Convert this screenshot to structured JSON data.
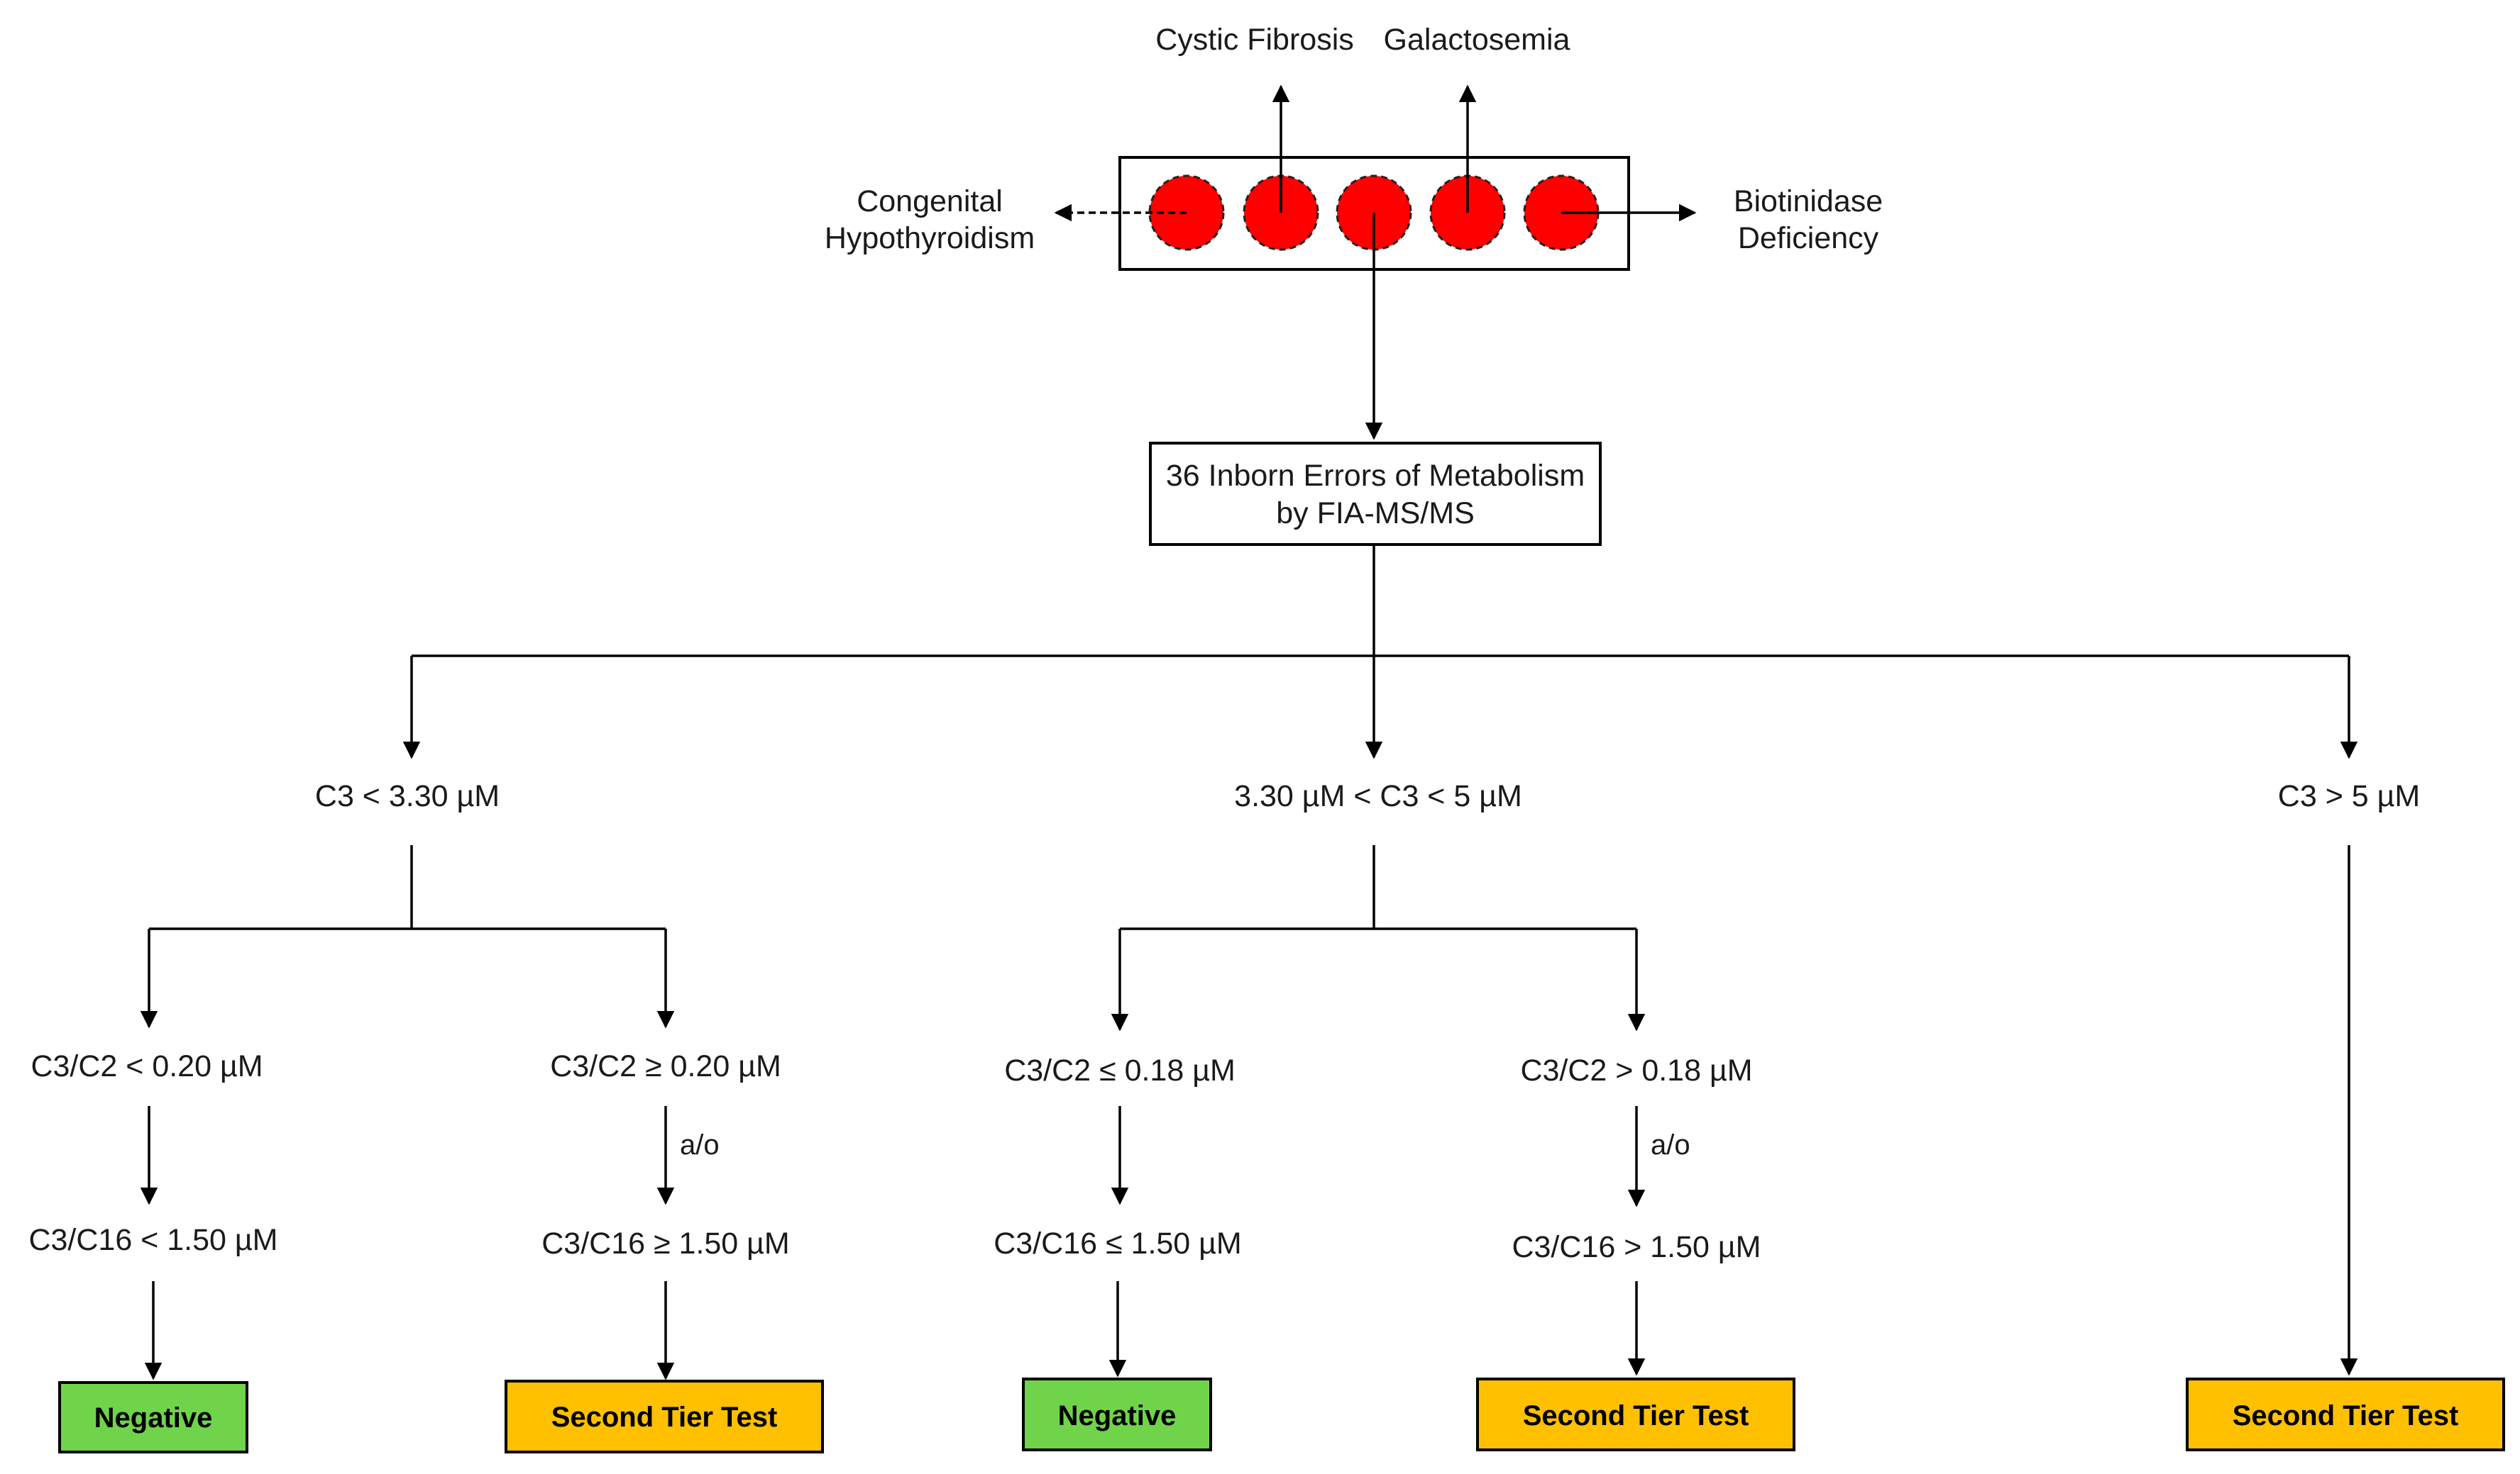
{
  "dried_blood_spot": {
    "spot_count": 5,
    "spot_color": "#ff0000",
    "outputs": {
      "top_left": "Cystic Fibrosis",
      "top_right": "Galactosemia",
      "left_line1": "Congenital",
      "left_line2": "Hypothyroidism",
      "right_line1": "Biotinidase",
      "right_line2": "Deficiency"
    }
  },
  "main_test": {
    "line1": "36 Inborn Errors of Metabolism",
    "line2": "by FIA-MS/MS"
  },
  "branches": {
    "low": {
      "condition": "C3 < 3.30 µM",
      "left": {
        "ratio_c2": "C3/C2 < 0.20 µM",
        "ratio_c16": "C3/C16 < 1.50 µM",
        "outcome": "Negative"
      },
      "right": {
        "ratio_c2": "C3/C2 ≥ 0.20 µM",
        "connector": "a/o",
        "ratio_c16": "C3/C16 ≥ 1.50 µM",
        "outcome": "Second Tier Test"
      }
    },
    "mid": {
      "condition": "3.30 µM < C3 < 5 µM",
      "left": {
        "ratio_c2": "C3/C2 ≤ 0.18 µM",
        "ratio_c16": "C3/C16 ≤ 1.50 µM",
        "outcome": "Negative"
      },
      "right": {
        "ratio_c2": "C3/C2 > 0.18 µM",
        "connector": "a/o",
        "ratio_c16": "C3/C16 > 1.50 µM",
        "outcome": "Second Tier Test"
      }
    },
    "high": {
      "condition": "C3 > 5 µM",
      "outcome": "Second Tier Test"
    }
  },
  "colors": {
    "negative": "#70d44b",
    "second_tier": "#ffc000",
    "spot": "#ff0000",
    "line": "#000000"
  }
}
